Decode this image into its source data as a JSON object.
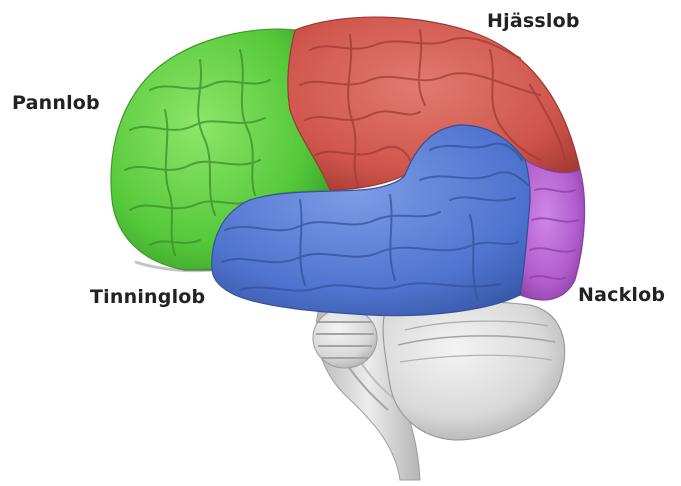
{
  "labels": {
    "frontal": "Pannlob",
    "parietal": "Hjässlob",
    "temporal": "Tinninglob",
    "occipital": "Nacklob"
  },
  "colors": {
    "frontal": "#5ccf3f",
    "parietal": "#d2574f",
    "temporal": "#4f74cf",
    "occipital": "#b05ccc",
    "cerebellum": "#d9d9d9",
    "brainstem": "#cfcfcf",
    "text": "#222222"
  }
}
